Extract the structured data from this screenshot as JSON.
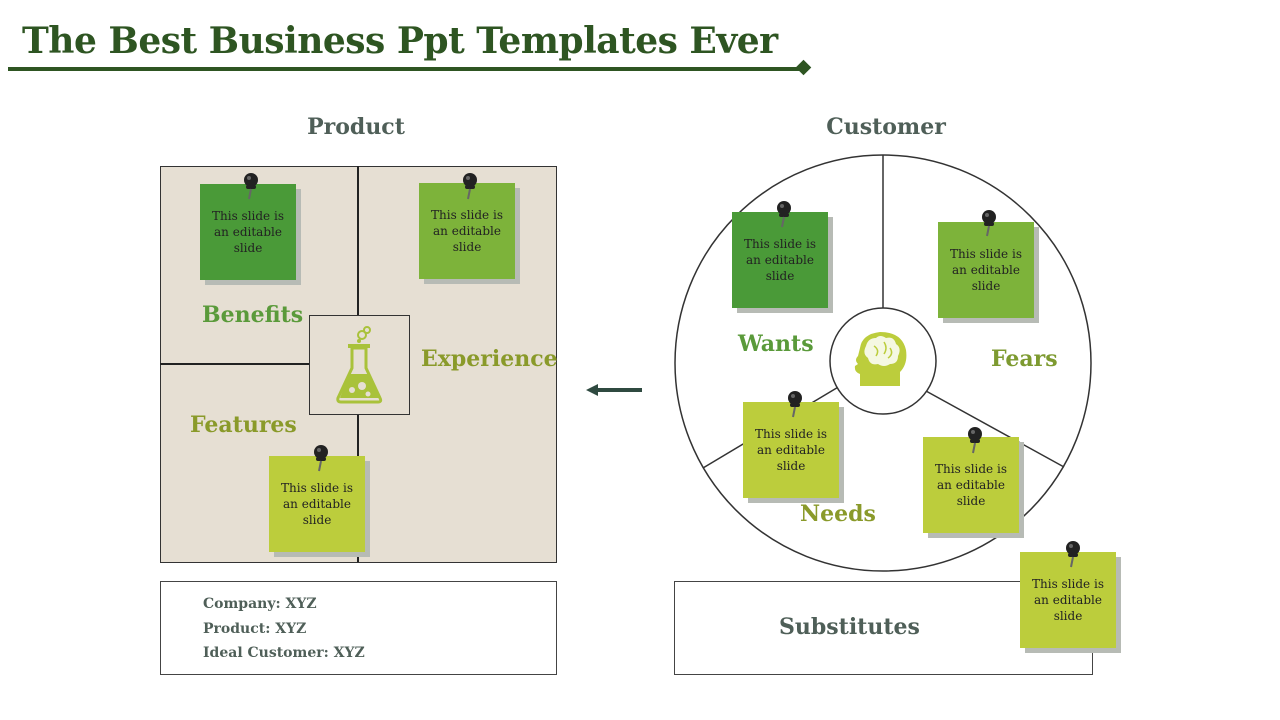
{
  "slide": {
    "title": "The Best Business Ppt Templates Ever",
    "product_heading": "Product",
    "customer_heading": "Customer",
    "product_labels": {
      "benefits": "Benefits",
      "experience": "Experience",
      "features": "Features"
    },
    "customer_labels": {
      "wants": "Wants",
      "fears": "Fears",
      "needs": "Needs"
    },
    "notes": {
      "benefits_note": "This slide is an editable slide",
      "experience_note": "This slide is an editable slide",
      "features_note": "This slide is an editable slide",
      "wants_note": "This slide is an editable slide",
      "fears_note": "This slide is an editable slide",
      "needs_note": "This slide is an editable slide",
      "needs2_note": "This slide is an editable slide",
      "substitutes_note": "This slide is an editable slide"
    },
    "info": {
      "company": "Company: XYZ",
      "product": "Product: XYZ",
      "ideal_customer": "Ideal Customer: XYZ"
    },
    "substitutes_label": "Substitutes",
    "icons": [
      "pushpin-icon",
      "flask-icon",
      "brain-head-icon",
      "arrow-left-icon"
    ],
    "colors": {
      "title": "#2e5522",
      "dark_green": "#4a9a38",
      "mid_green": "#7db33a",
      "lime": "#bccd3c",
      "label_green": "#5a9a3a",
      "label_olive": "#8a9a2a",
      "heading_gray": "#4f5f58",
      "panel_beige": "#e6dfd3"
    }
  }
}
